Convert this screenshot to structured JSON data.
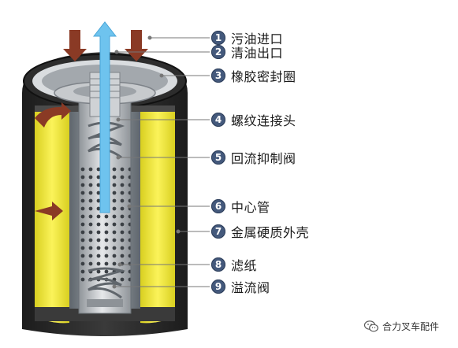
{
  "labels": [
    {
      "num": "1",
      "text": "污油进口"
    },
    {
      "num": "2",
      "text": "清油出口"
    },
    {
      "num": "3",
      "text": "橡胶密封圈"
    },
    {
      "num": "4",
      "text": "螺纹连接头"
    },
    {
      "num": "5",
      "text": "回流抑制阀"
    },
    {
      "num": "6",
      "text": "中心管"
    },
    {
      "num": "7",
      "text": "金属硬质外壳"
    },
    {
      "num": "8",
      "text": "滤纸"
    },
    {
      "num": "9",
      "text": "溢流阀"
    }
  ],
  "watermark": {
    "text": "合力叉车配件",
    "icon": "wechat-icon"
  },
  "colors": {
    "dirty_oil_arrow": "#8a3a25",
    "clean_oil_arrow": "#6ec3ee",
    "filter_paper": "#f4ec3c",
    "housing": "#2a2a2a",
    "badge": "#44597c",
    "leader_line": "#777777"
  }
}
